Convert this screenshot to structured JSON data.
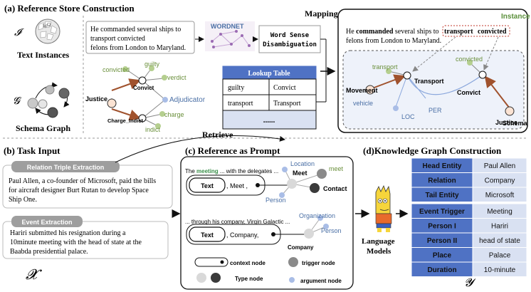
{
  "section_a": {
    "title": "(a) Reference Store Construction",
    "text_instances_label": "Text Instances",
    "schema_graph_label": "Schema Graph",
    "italic_i": "𝓘",
    "italic_g": "𝓖",
    "sentence": [
      "He commanded several ships to",
      "transport convicted",
      "felons from London to Maryland."
    ],
    "wordnet_label": "WORDNET",
    "wsd_label": [
      "Word Sense",
      "Disambiguation"
    ],
    "graph_nodes": {
      "convicted": "convicted",
      "guilty": "guilty",
      "verdict": "verdict",
      "convict": "Convict",
      "justice": "Justice",
      "adjudicator": "Adjudicator",
      "charge_indict": "Charge_Indict",
      "charge": "charge",
      "indict": "indict"
    },
    "lookup_table": {
      "title": "Lookup Table",
      "rows": [
        [
          "guilty",
          "Convict"
        ],
        [
          "transport",
          "Transport"
        ]
      ],
      "ellipsis": "......"
    }
  },
  "mapping": {
    "label": "Mapping",
    "instance_label": "Instance",
    "sentence": {
      "line1_prefix": "He ",
      "bold": "commanded",
      "line1_mid": " several ships to ",
      "transport": "transport",
      "convicted": "convicted",
      "line2": "felons from London to Maryland."
    },
    "schema_label": "Schema",
    "nodes": {
      "transport_small": "transport",
      "transport": "Transport",
      "convicted": "convicted",
      "movement": "Movement",
      "convict": "Convict",
      "justice": "Justice",
      "vehicle": "vehicle",
      "loc": "LOC",
      "per": "PER"
    }
  },
  "section_b": {
    "title": "(b) Task Input",
    "relation_label": "Relation Triple Extraction",
    "relation_text": [
      "Paul Allen, a co-founder of Microsoft, paid the bills",
      "for aircraft designer Burt Rutan to develop Space",
      "Ship One."
    ],
    "event_label": "Event Extraction",
    "event_text": [
      "Hariri submitted his resignation during a",
      "10minute meeting with the head of state at the",
      "Baabda presidential palace."
    ],
    "x_symbol": "𝓧"
  },
  "section_c": {
    "retrieve_label": "Retrieve",
    "title": "(c) Reference as Prompt",
    "text1": {
      "prefix": "The ",
      "highlight": "meeting",
      "rest": " ... with the delegates ..."
    },
    "text_box": "Text",
    "meet_text": ", Meet ,",
    "nodes1": {
      "location": "Location",
      "meet": "Meet",
      "meet_small": "meet",
      "contact": "Contact",
      "person": "Person"
    },
    "text2": "... through his company, Virgin Galactic ...",
    "company_text": ", Company,",
    "nodes2": {
      "organization": "Organization",
      "person": "Person",
      "company": "Company"
    },
    "legend": {
      "context": "context node",
      "trigger": "trigger node",
      "type": "Type node",
      "argument": "argument node"
    }
  },
  "language_models_label": [
    "Language",
    "Models"
  ],
  "section_d": {
    "title": "(d)Knowledge Graph Construction",
    "table1": [
      [
        "Head Entity",
        "Paul Allen"
      ],
      [
        "Relation",
        "Company"
      ],
      [
        "Tail Entity",
        "Microsoft"
      ]
    ],
    "table2": [
      [
        "Event  Trigger",
        "Meeting"
      ],
      [
        "Person I",
        "Hariri"
      ],
      [
        "Person II",
        "head of state"
      ],
      [
        "Place",
        "Palace"
      ],
      [
        "Duration",
        "10-minute"
      ]
    ],
    "y_symbol": "𝓨"
  },
  "colors": {
    "blue_header": "#4f72c4",
    "blue_cell": "#d9e1f2",
    "green_node": "#b5cf8f",
    "blue_node": "#a9bde6",
    "brown_edge": "#a0522d",
    "gray_label": "#9e9e9e"
  }
}
